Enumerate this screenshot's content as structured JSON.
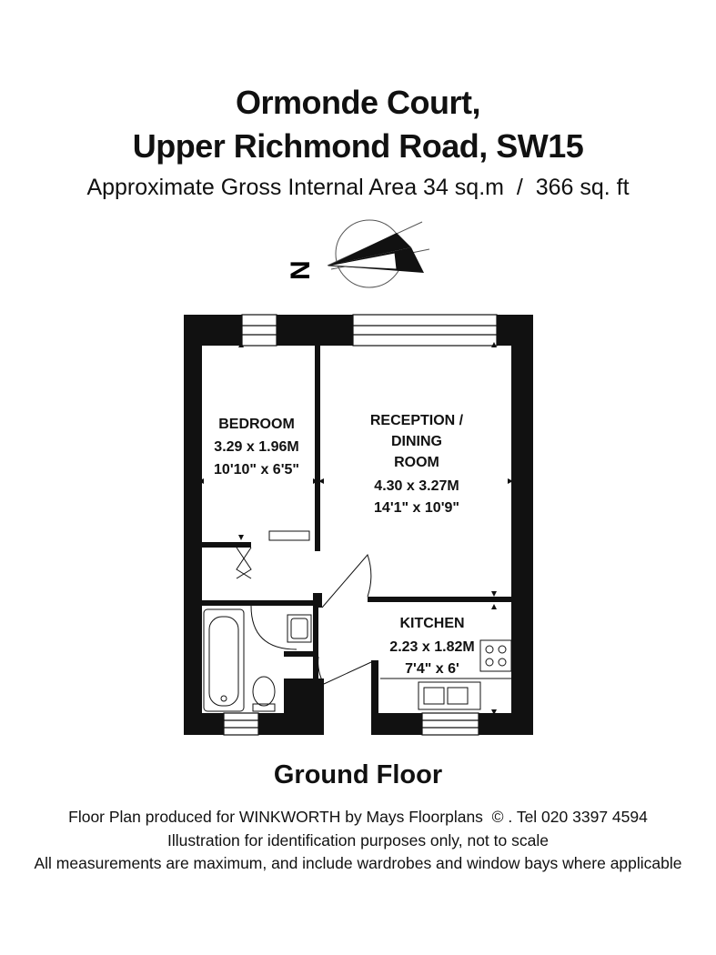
{
  "header": {
    "title_line1": "Ormonde Court,",
    "title_line2": "Upper Richmond Road, SW15",
    "area_text": "Approximate Gross Internal Area 34 sq.m  /  366 sq. ft"
  },
  "compass": {
    "north_label": "N",
    "icon": "north-arrow-icon"
  },
  "rooms": {
    "bedroom": {
      "name": "BEDROOM",
      "metric": "3.29 x 1.96M",
      "imperial": "10'10\" x 6'5\""
    },
    "reception": {
      "name_line1": "RECEPTION /",
      "name_line2": "DINING",
      "name_line3": "ROOM",
      "metric": "4.30 x 3.27M",
      "imperial": "14'1\" x 10'9\""
    },
    "kitchen": {
      "name": "KITCHEN",
      "metric": "2.23 x 1.82M",
      "imperial": "7'4\" x 6'"
    }
  },
  "floor_label": "Ground Floor",
  "footer": {
    "line1": "Floor Plan produced for WINKWORTH by Mays Floorplans  © . Tel 020 3397 4594",
    "line2": "Illustration for identification purposes only, not to scale",
    "line3": "All measurements are maximum, and include wardrobes and window bays where applicable"
  },
  "colors": {
    "wall": "#111111",
    "background": "#ffffff"
  }
}
